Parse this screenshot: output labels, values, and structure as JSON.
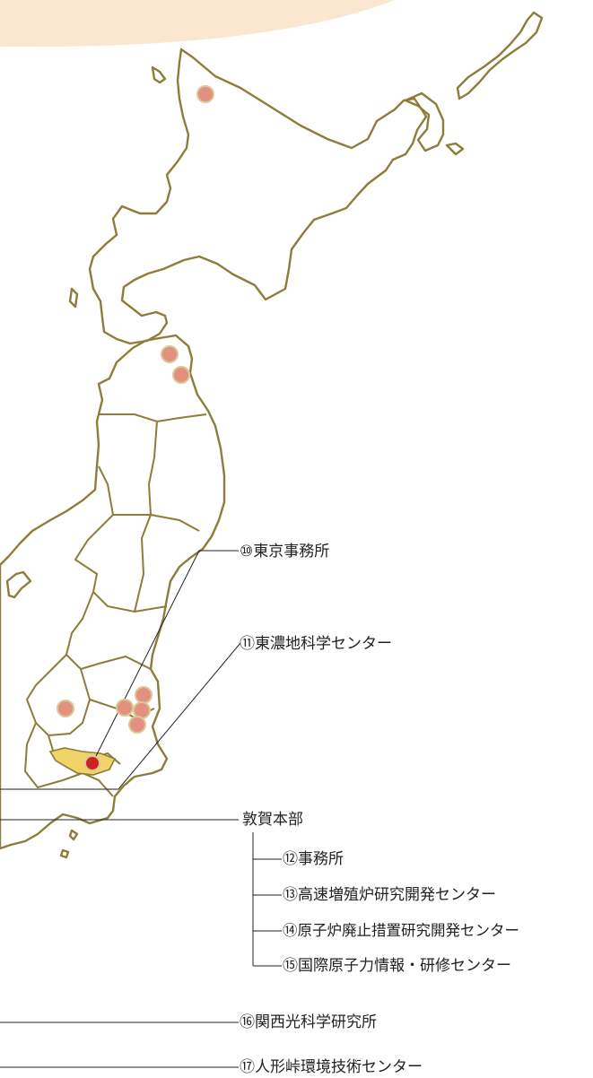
{
  "colors": {
    "outline": "#8c7d3a",
    "marker_fill": "#e3907e",
    "marker_stroke": "#d8c89a",
    "tokyo_fill": "#f2d36a",
    "hq_marker": "#cc2222",
    "leader_line": "#222222",
    "top_arc": "#fbe7cf"
  },
  "labels": {
    "tokyo_office": "⑩東京事務所",
    "tono_center": "⑪東濃地科学センター",
    "tsuruga_hq": "敦賀本部",
    "office": "⑫事務所",
    "fbr_center": "⑬高速増殖炉研究開発センター",
    "decommissioning_center": "⑭原子炉廃止措置研究開発センター",
    "intl_center": "⑮国際原子力情報・研修センター",
    "kansai_photon": "⑯関西光科学研究所",
    "ningyo_center": "⑰人形峠環境技術センター"
  }
}
